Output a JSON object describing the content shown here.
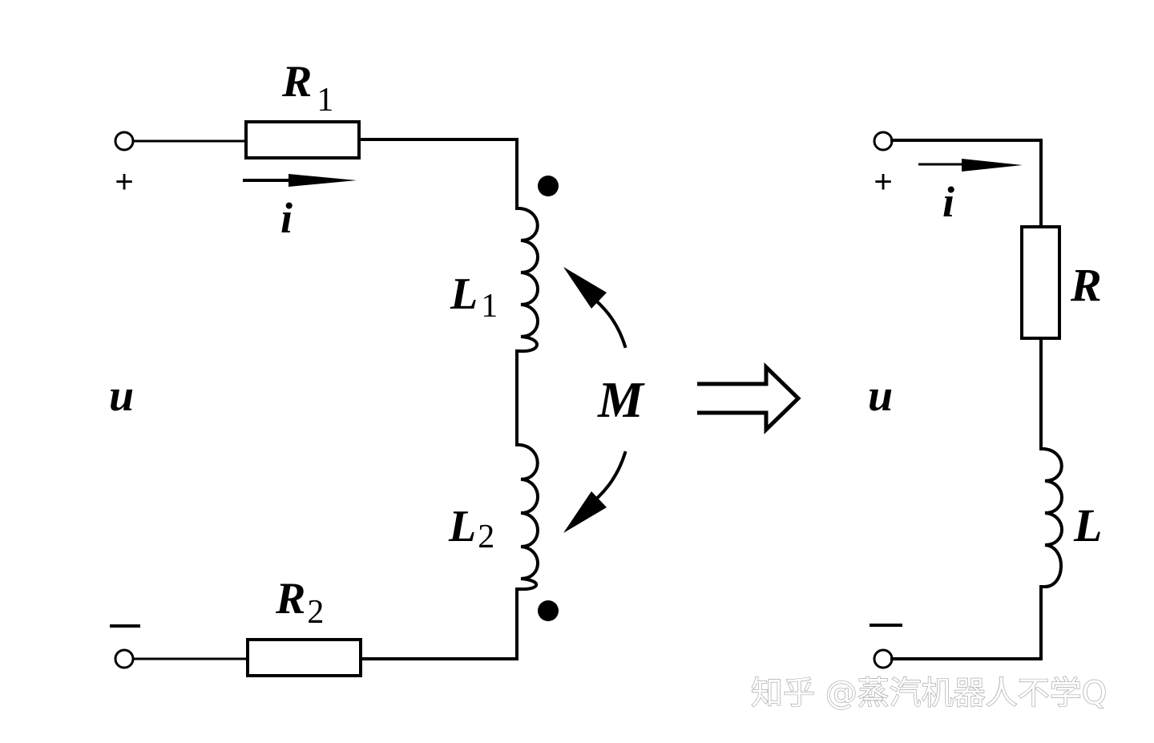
{
  "diagram": {
    "description": "Series coupled inductors with mutual inductance M reduced to an equivalent series RL circuit",
    "left_circuit": {
      "terminals": {
        "plus": "+",
        "minus": "−"
      },
      "voltage_label": "u",
      "current_label": "i",
      "components": [
        {
          "type": "resistor",
          "symbol": "R",
          "subscript": "1"
        },
        {
          "type": "inductor",
          "symbol": "L",
          "subscript": "1",
          "dot_marker": "top"
        },
        {
          "type": "inductor",
          "symbol": "L",
          "subscript": "2",
          "dot_marker": "bottom"
        },
        {
          "type": "resistor",
          "symbol": "R",
          "subscript": "2"
        }
      ],
      "mutual_inductance_label": "M"
    },
    "transform_arrow": "⇒",
    "right_circuit": {
      "terminals": {
        "plus": "+",
        "minus": "−"
      },
      "voltage_label": "u",
      "current_label": "i",
      "components": [
        {
          "type": "resistor",
          "symbol": "R"
        },
        {
          "type": "inductor",
          "symbol": "L"
        }
      ]
    }
  },
  "watermark": "知乎 @蒸汽机器人不学Q"
}
